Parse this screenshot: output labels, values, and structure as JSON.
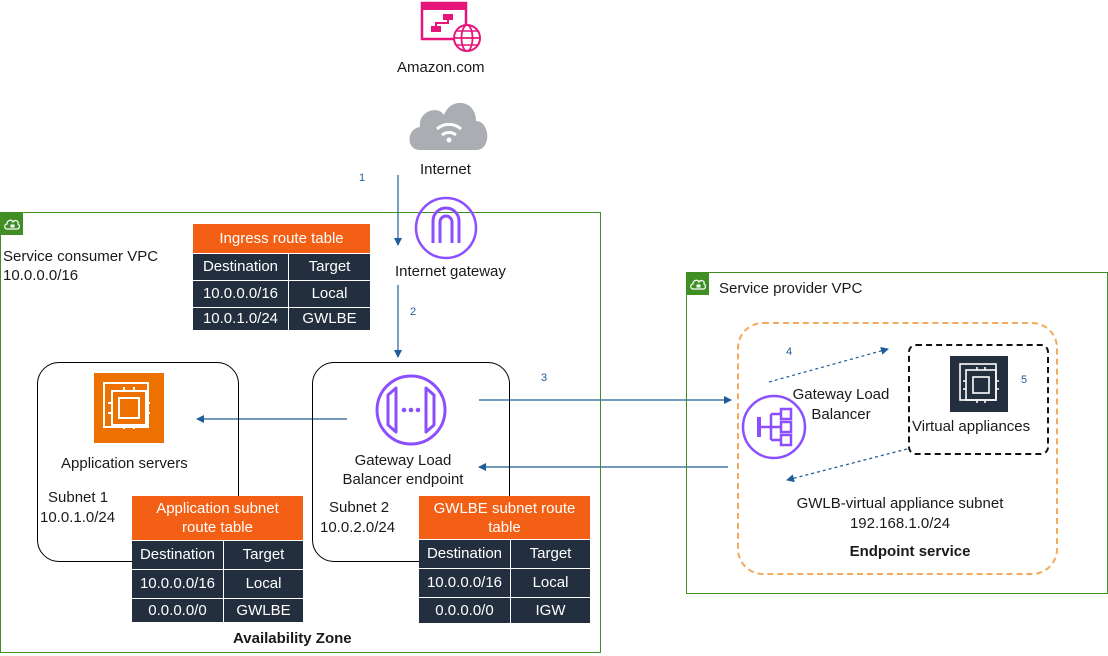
{
  "internet_site": {
    "label": "Amazon.com"
  },
  "internet": {
    "label": "Internet"
  },
  "steps": [
    "1",
    "2",
    "3",
    "4",
    "5"
  ],
  "consumer_vpc": {
    "name": "Service consumer VPC",
    "cidr": "10.0.0.0/16",
    "availability_zone": "Availability Zone",
    "internet_gateway": "Internet gateway",
    "subnet1": {
      "name": "Subnet 1",
      "cidr": "10.0.1.0/24",
      "servers_label": "Application servers"
    },
    "subnet2": {
      "name": "Subnet 2",
      "cidr": "10.0.2.0/24",
      "endpoint_label_line1": "Gateway Load",
      "endpoint_label_line2": "Balancer endpoint"
    }
  },
  "provider_vpc": {
    "name": "Service provider VPC",
    "gwlb_line1": "Gateway Load",
    "gwlb_line2": "Balancer",
    "appliances_label": "Virtual appliances",
    "subnet_line1": "GWLB-virtual appliance subnet",
    "subnet_line2": "192.168.1.0/24",
    "endpoint_service": "Endpoint service"
  },
  "route_tables": {
    "ingress": {
      "title": "Ingress route table",
      "headers": [
        "Destination",
        "Target"
      ],
      "rows": [
        [
          "10.0.0.0/16",
          "Local"
        ],
        [
          "10.0.1.0/24",
          "GWLBE"
        ]
      ]
    },
    "application": {
      "title_line1": "Application subnet",
      "title_line2": "route table",
      "headers": [
        "Destination",
        "Target"
      ],
      "rows": [
        [
          "10.0.0.0/16",
          "Local"
        ],
        [
          "0.0.0.0/0",
          "GWLBE"
        ]
      ]
    },
    "gwlbe": {
      "title_line1": "GWLBE subnet route",
      "title_line2": "table",
      "headers": [
        "Destination",
        "Target"
      ],
      "rows": [
        [
          "10.0.0.0/16",
          "Local"
        ],
        [
          "0.0.0.0/0",
          "IGW"
        ]
      ]
    }
  },
  "colors": {
    "vpc_border": "#3f8f24",
    "route_header": "#f25f15",
    "route_cell": "#232f3e",
    "arrow": "#1f5d99",
    "purple_icon": "#8c4fff",
    "ec2_orange": "#ed7100",
    "site_pink": "#e7157b",
    "endpoint_service_border": "#f5a95c"
  }
}
